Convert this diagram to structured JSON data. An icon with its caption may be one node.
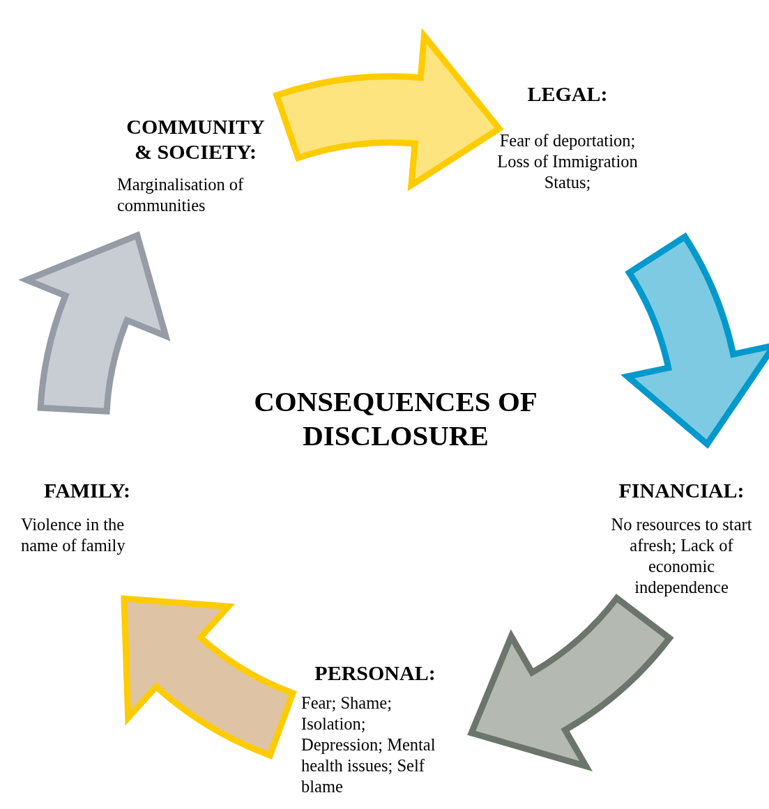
{
  "diagram": {
    "title": "CONSEQUENCES OF DISCLOSURE",
    "nodes": [
      {
        "text": [
          "COMMUNITY & SOCIETY:",
          "Marginalisation of communities"
        ]
      },
      {
        "text": [
          "LEGAL:",
          "Fear of deportation; Loss of Immigration Status;"
        ]
      },
      {
        "text": [
          "FAMILY:",
          "Violence in the name of family"
        ]
      },
      {
        "text": [
          "FINANCIAL:",
          "No resources to start afresh; Lack of economic independence"
        ]
      },
      {
        "text": [
          "PERSONAL:",
          "Fear; Shame; Isolation; Depression; Mental health issues; Self blame"
        ]
      }
    ],
    "edges": [
      {
        "from": 0,
        "to": 1,
        "arrow": "to",
        "style": "thick",
        "color": "#ffcc00"
      },
      {
        "from": 1,
        "to": 3,
        "arrow": "to",
        "style": "thick",
        "color": "#0099cc"
      },
      {
        "from": 3,
        "to": 4,
        "arrow": "to",
        "style": "thick",
        "color": "#6b756b"
      },
      {
        "from": 4,
        "to": 2,
        "arrow": "to",
        "style": "thick",
        "color": "#ffcc00"
      },
      {
        "from": 2,
        "to": 0,
        "arrow": "to",
        "style": "thick",
        "color": "#959ca5"
      }
    ]
  }
}
